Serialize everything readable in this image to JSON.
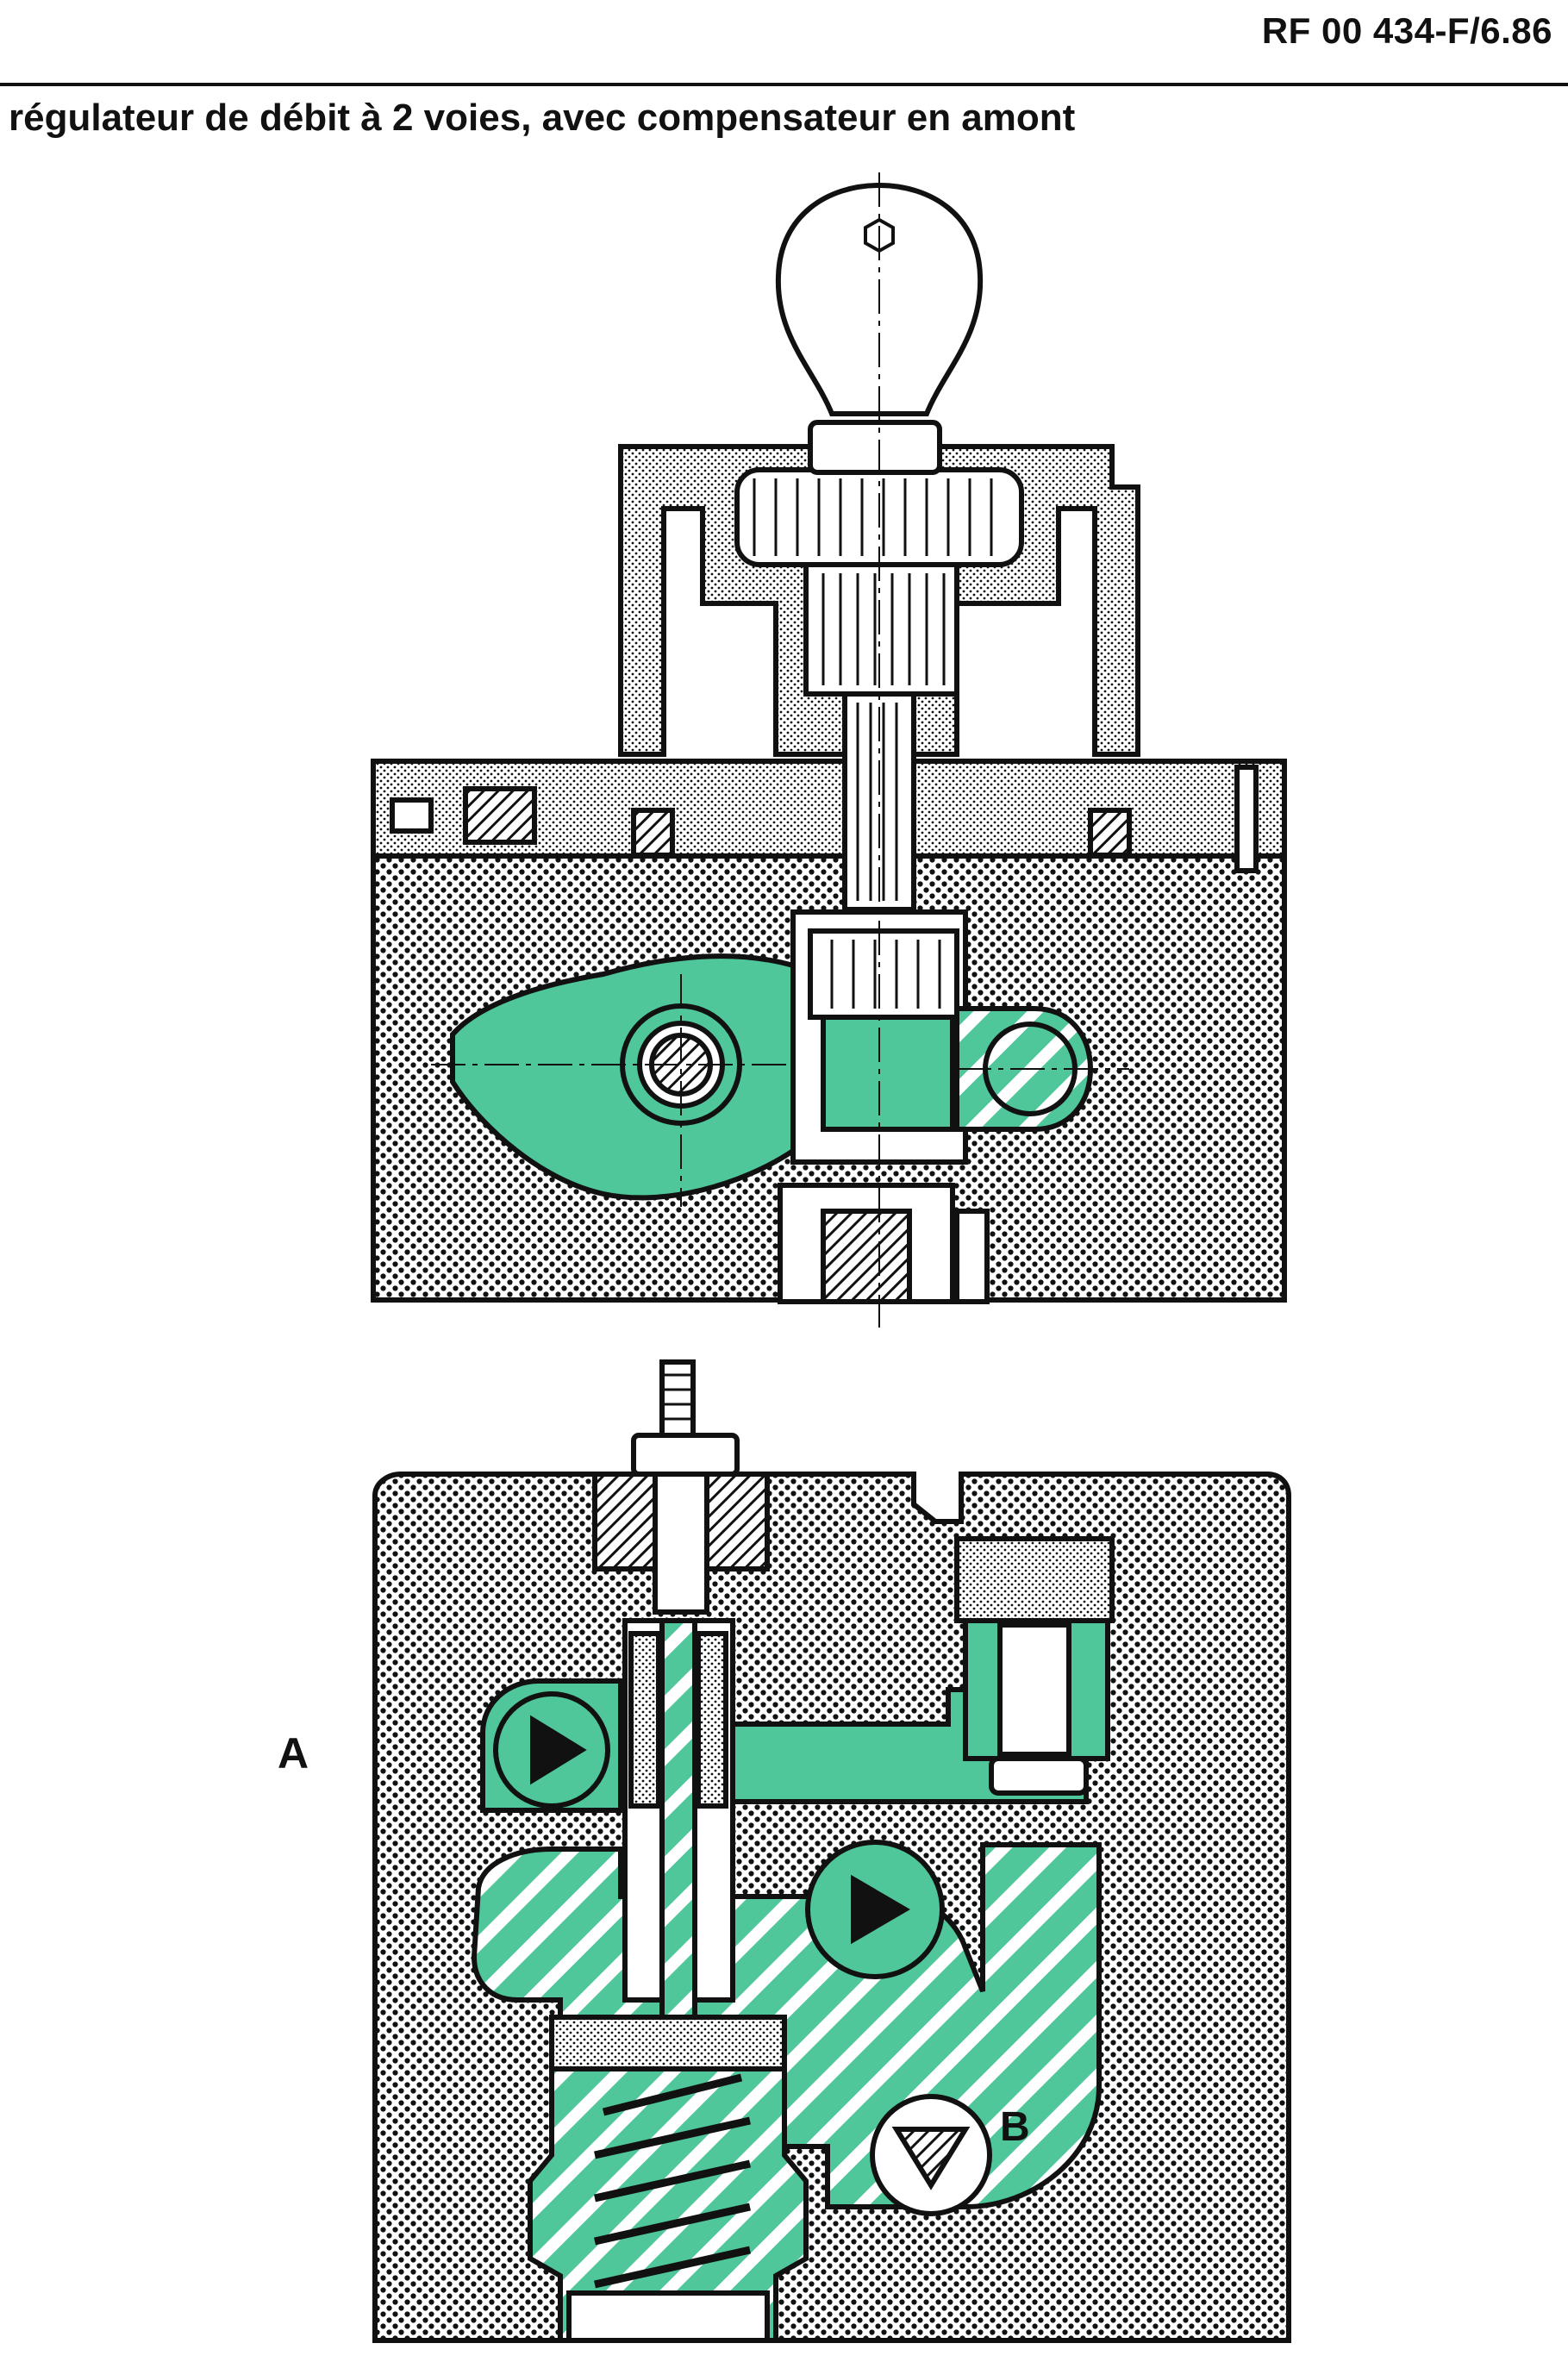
{
  "header": {
    "doc_ref": "RF 00 434-F/6.86",
    "title": "régulateur de débit à 2 voies, avec compensateur en amont"
  },
  "labels": {
    "section_a": "A",
    "port_b": "B"
  },
  "colors": {
    "fluid": "#4fc79a",
    "ink": "#111111",
    "paper": "#ffffff"
  },
  "icons": {
    "port_a_arrow": "play-arrow-icon",
    "port_b_arrow": "play-arrow-icon",
    "tank_symbol": "tank-triangle-icon"
  }
}
